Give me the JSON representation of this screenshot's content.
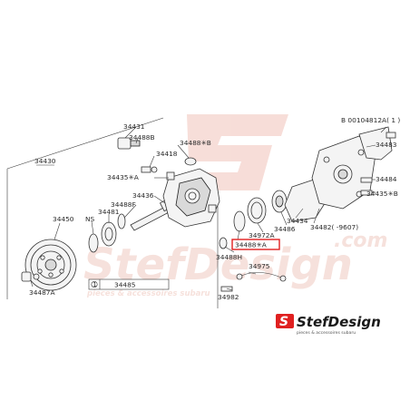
{
  "watermark": {
    "brand": "StefDesign",
    "domain": ".com",
    "tagline": "pieces & accessoires subaru"
  },
  "logo": {
    "mark": "S",
    "brand": "StefDesign",
    "tagline": "pieces & accessoires subaru"
  },
  "parts": {
    "p34430": "34430",
    "p34431": "34431",
    "p34488B": "34488B",
    "p34488B_star": "34488✳B",
    "p34418": "34418",
    "p34435A": "34435✳A",
    "p34436": "34436",
    "p34488F": "34488F",
    "p34481": "34481",
    "pNS": "NS",
    "p34450": "34450",
    "p34487A": "34487A",
    "p34485": "34485",
    "p34485_mark": "1",
    "p34488H": "34488H",
    "p34488A": "34488✳A",
    "p34972A": "34972A",
    "p34486": "34486",
    "p34434": "34434",
    "p34482": "34482( -9607)",
    "p34975": "34975",
    "p34982": "34982",
    "p34483": "34483",
    "p34484": "34484",
    "p34435B": "34435✳B",
    "pBolt": "B 00104812A( 1 )"
  },
  "highlight_color": "#e02020",
  "line_color": "#3a3a3a"
}
